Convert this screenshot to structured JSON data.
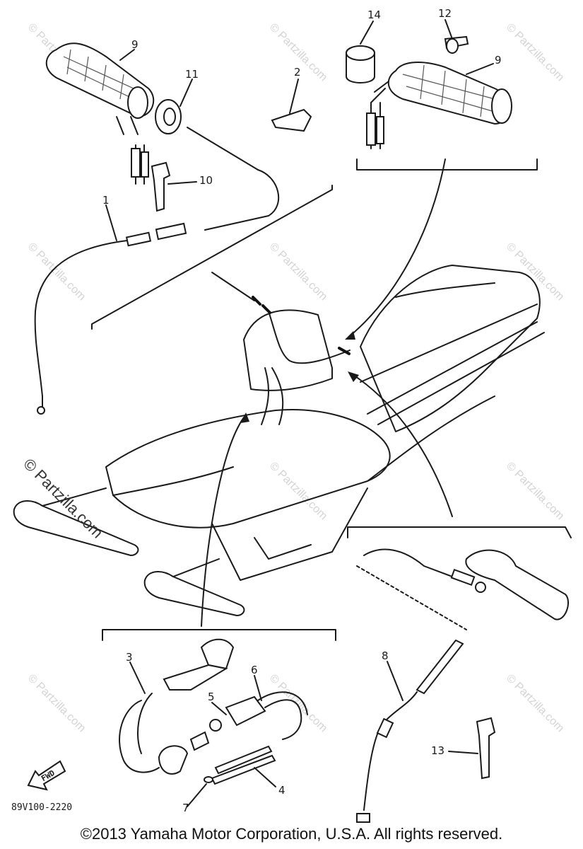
{
  "diagram": {
    "callouts": {
      "c1": "1",
      "c2": "2",
      "c3": "3",
      "c4": "4",
      "c5": "5",
      "c6": "6",
      "c7": "7",
      "c8": "8",
      "c9a": "9",
      "c9b": "9",
      "c10": "10",
      "c11": "11",
      "c12": "12",
      "c13": "13",
      "c14": "14"
    },
    "drawing_code": "89V100-2220",
    "fwd_label": "FWD",
    "watermark": "© Partzilla.com",
    "copyright": "©2013 Yamaha Motor Corporation, U.S.A. All rights reserved."
  }
}
